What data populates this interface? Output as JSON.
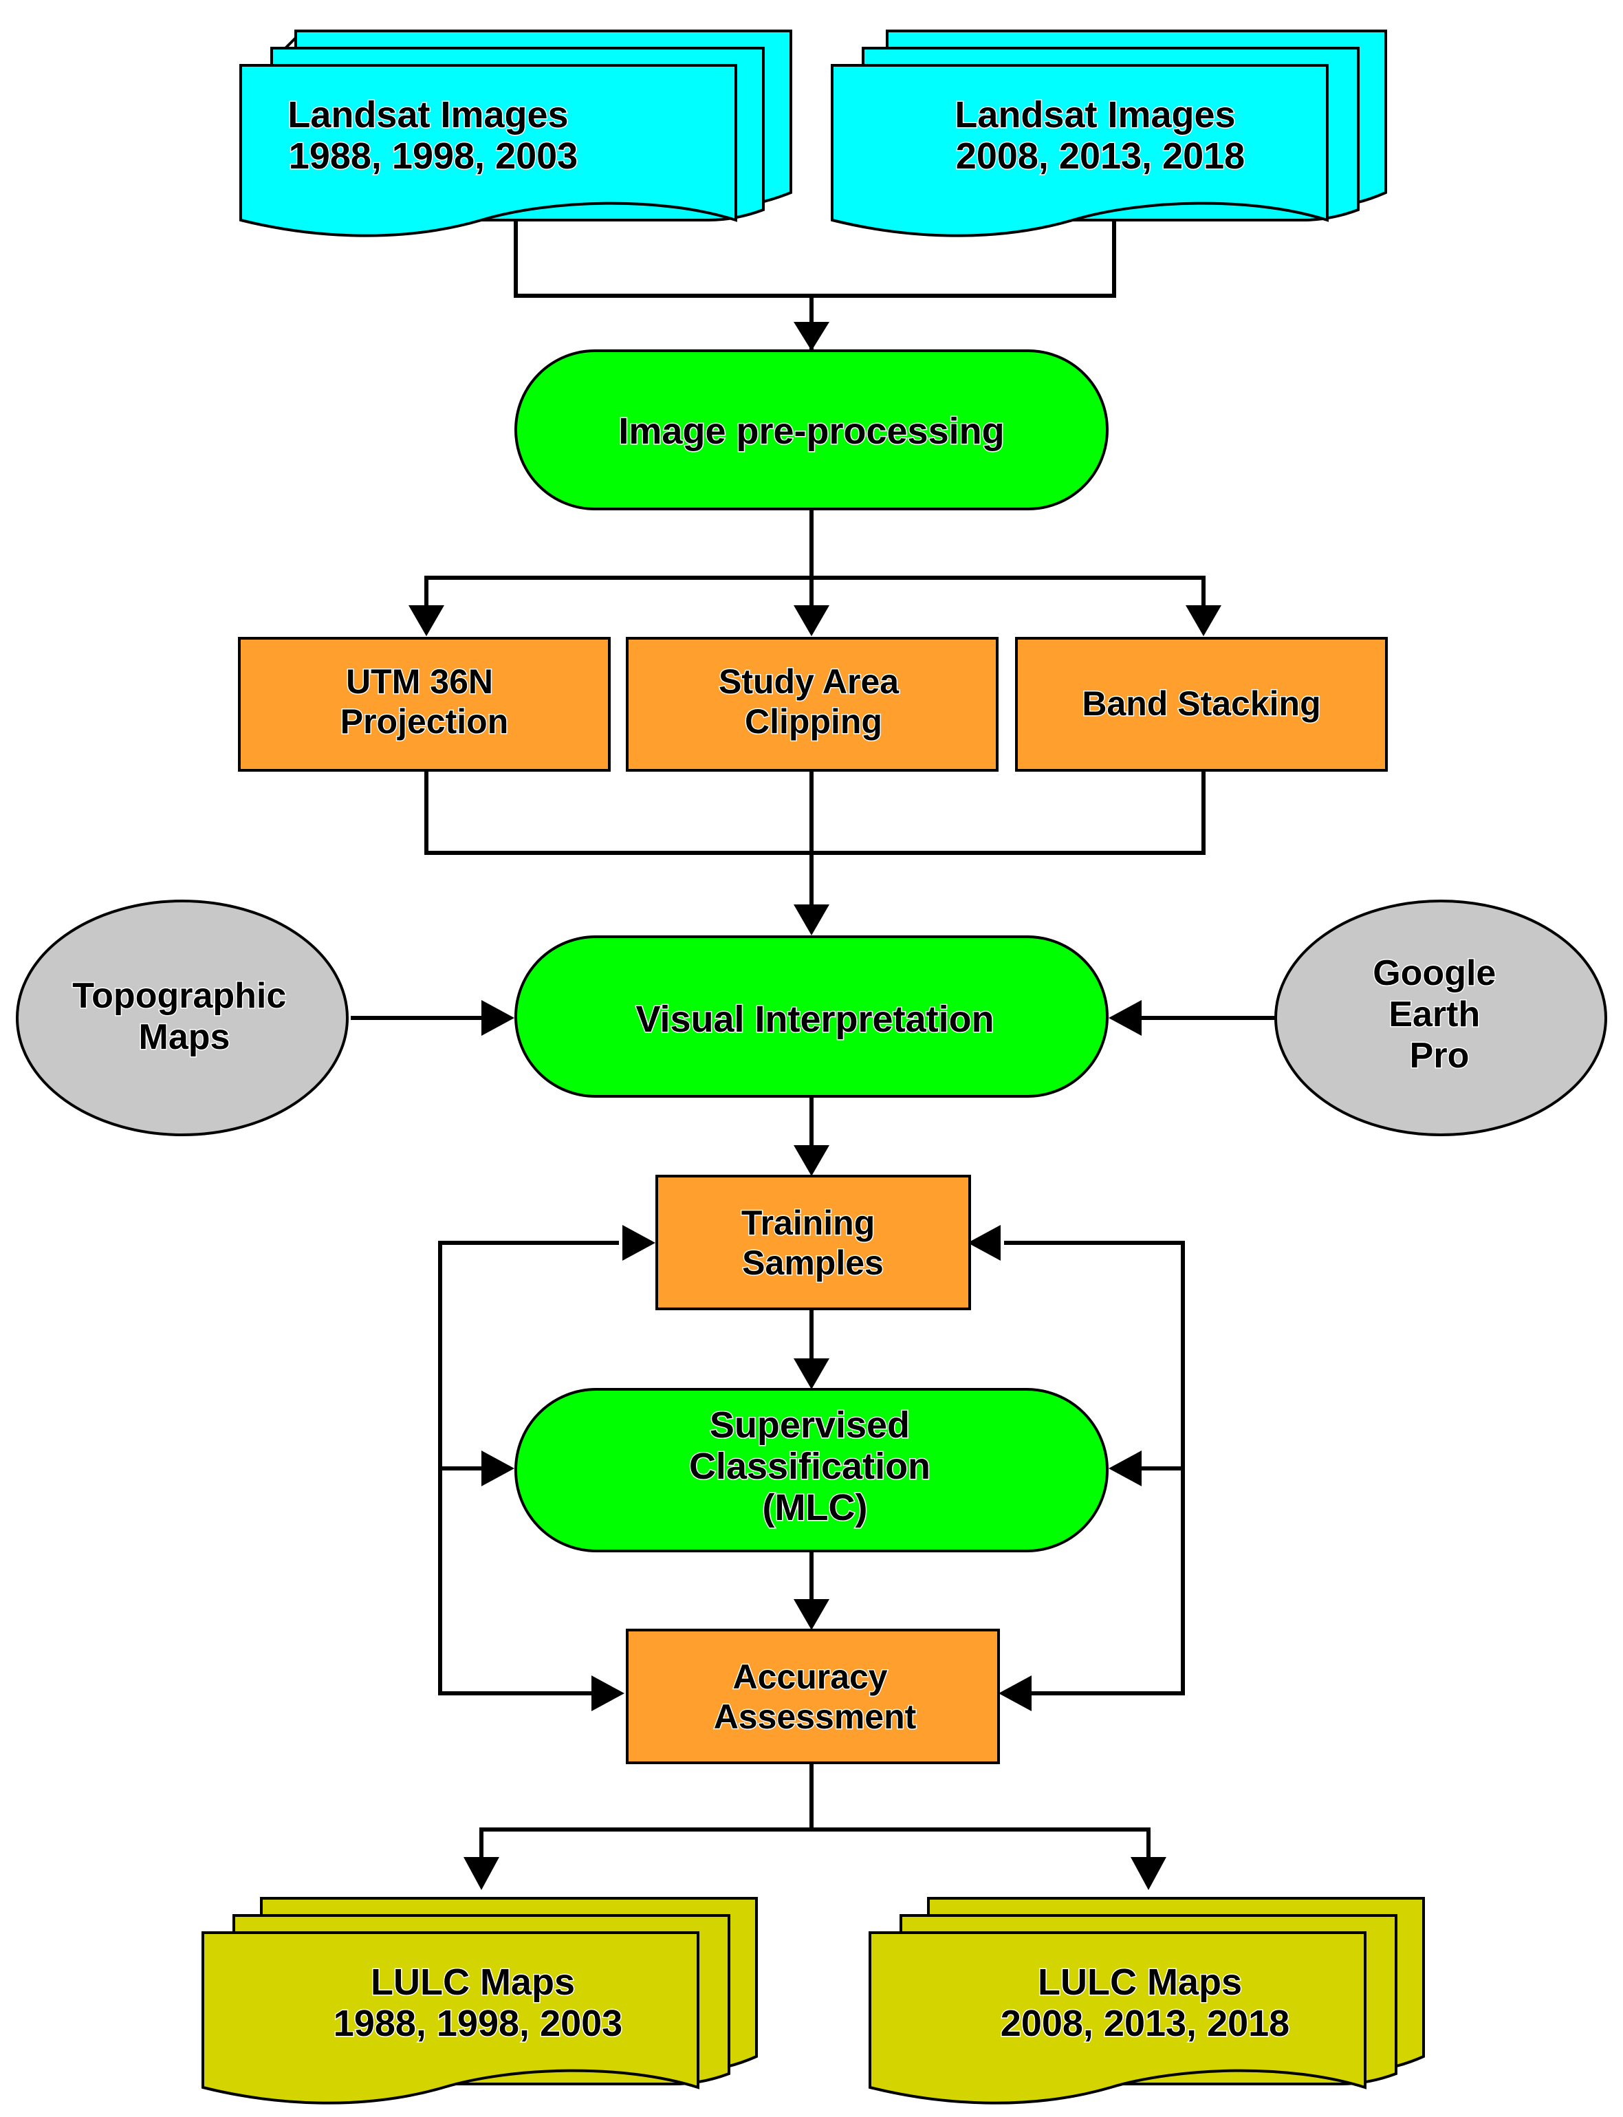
{
  "colors": {
    "input_docs": "#00ffff",
    "processes": "#00ff00",
    "steps": "#ffa02e",
    "auxiliary_sources": "#c8c8c8",
    "output_docs": "#d4d400"
  },
  "inputs": {
    "landsat_a": [
      "Landsat Images",
      "1988, 1998, 2003"
    ],
    "landsat_b": [
      "Landsat Images",
      "2008, 2013, 2018"
    ]
  },
  "processes": {
    "preprocessing": [
      "Image pre-processing"
    ],
    "visual": [
      "Visual Interpretation"
    ],
    "supervised": [
      "Supervised",
      "Classification",
      "(MLC)"
    ]
  },
  "steps": {
    "utm": [
      "UTM 36N",
      "Projection"
    ],
    "clipping": [
      "Study Area",
      "Clipping"
    ],
    "stacking": [
      "Band Stacking"
    ],
    "training": [
      "Training",
      "Samples"
    ],
    "accuracy": [
      "Accuracy",
      "Assessment"
    ]
  },
  "sources": {
    "topographic": [
      "Topographic",
      "Maps"
    ],
    "google": [
      "Google",
      "Earth",
      "Pro"
    ]
  },
  "outputs": {
    "lulc_a": [
      "LULC Maps",
      "1988, 1998, 2003"
    ],
    "lulc_b": [
      "LULC Maps",
      "2008, 2013, 2018"
    ]
  }
}
